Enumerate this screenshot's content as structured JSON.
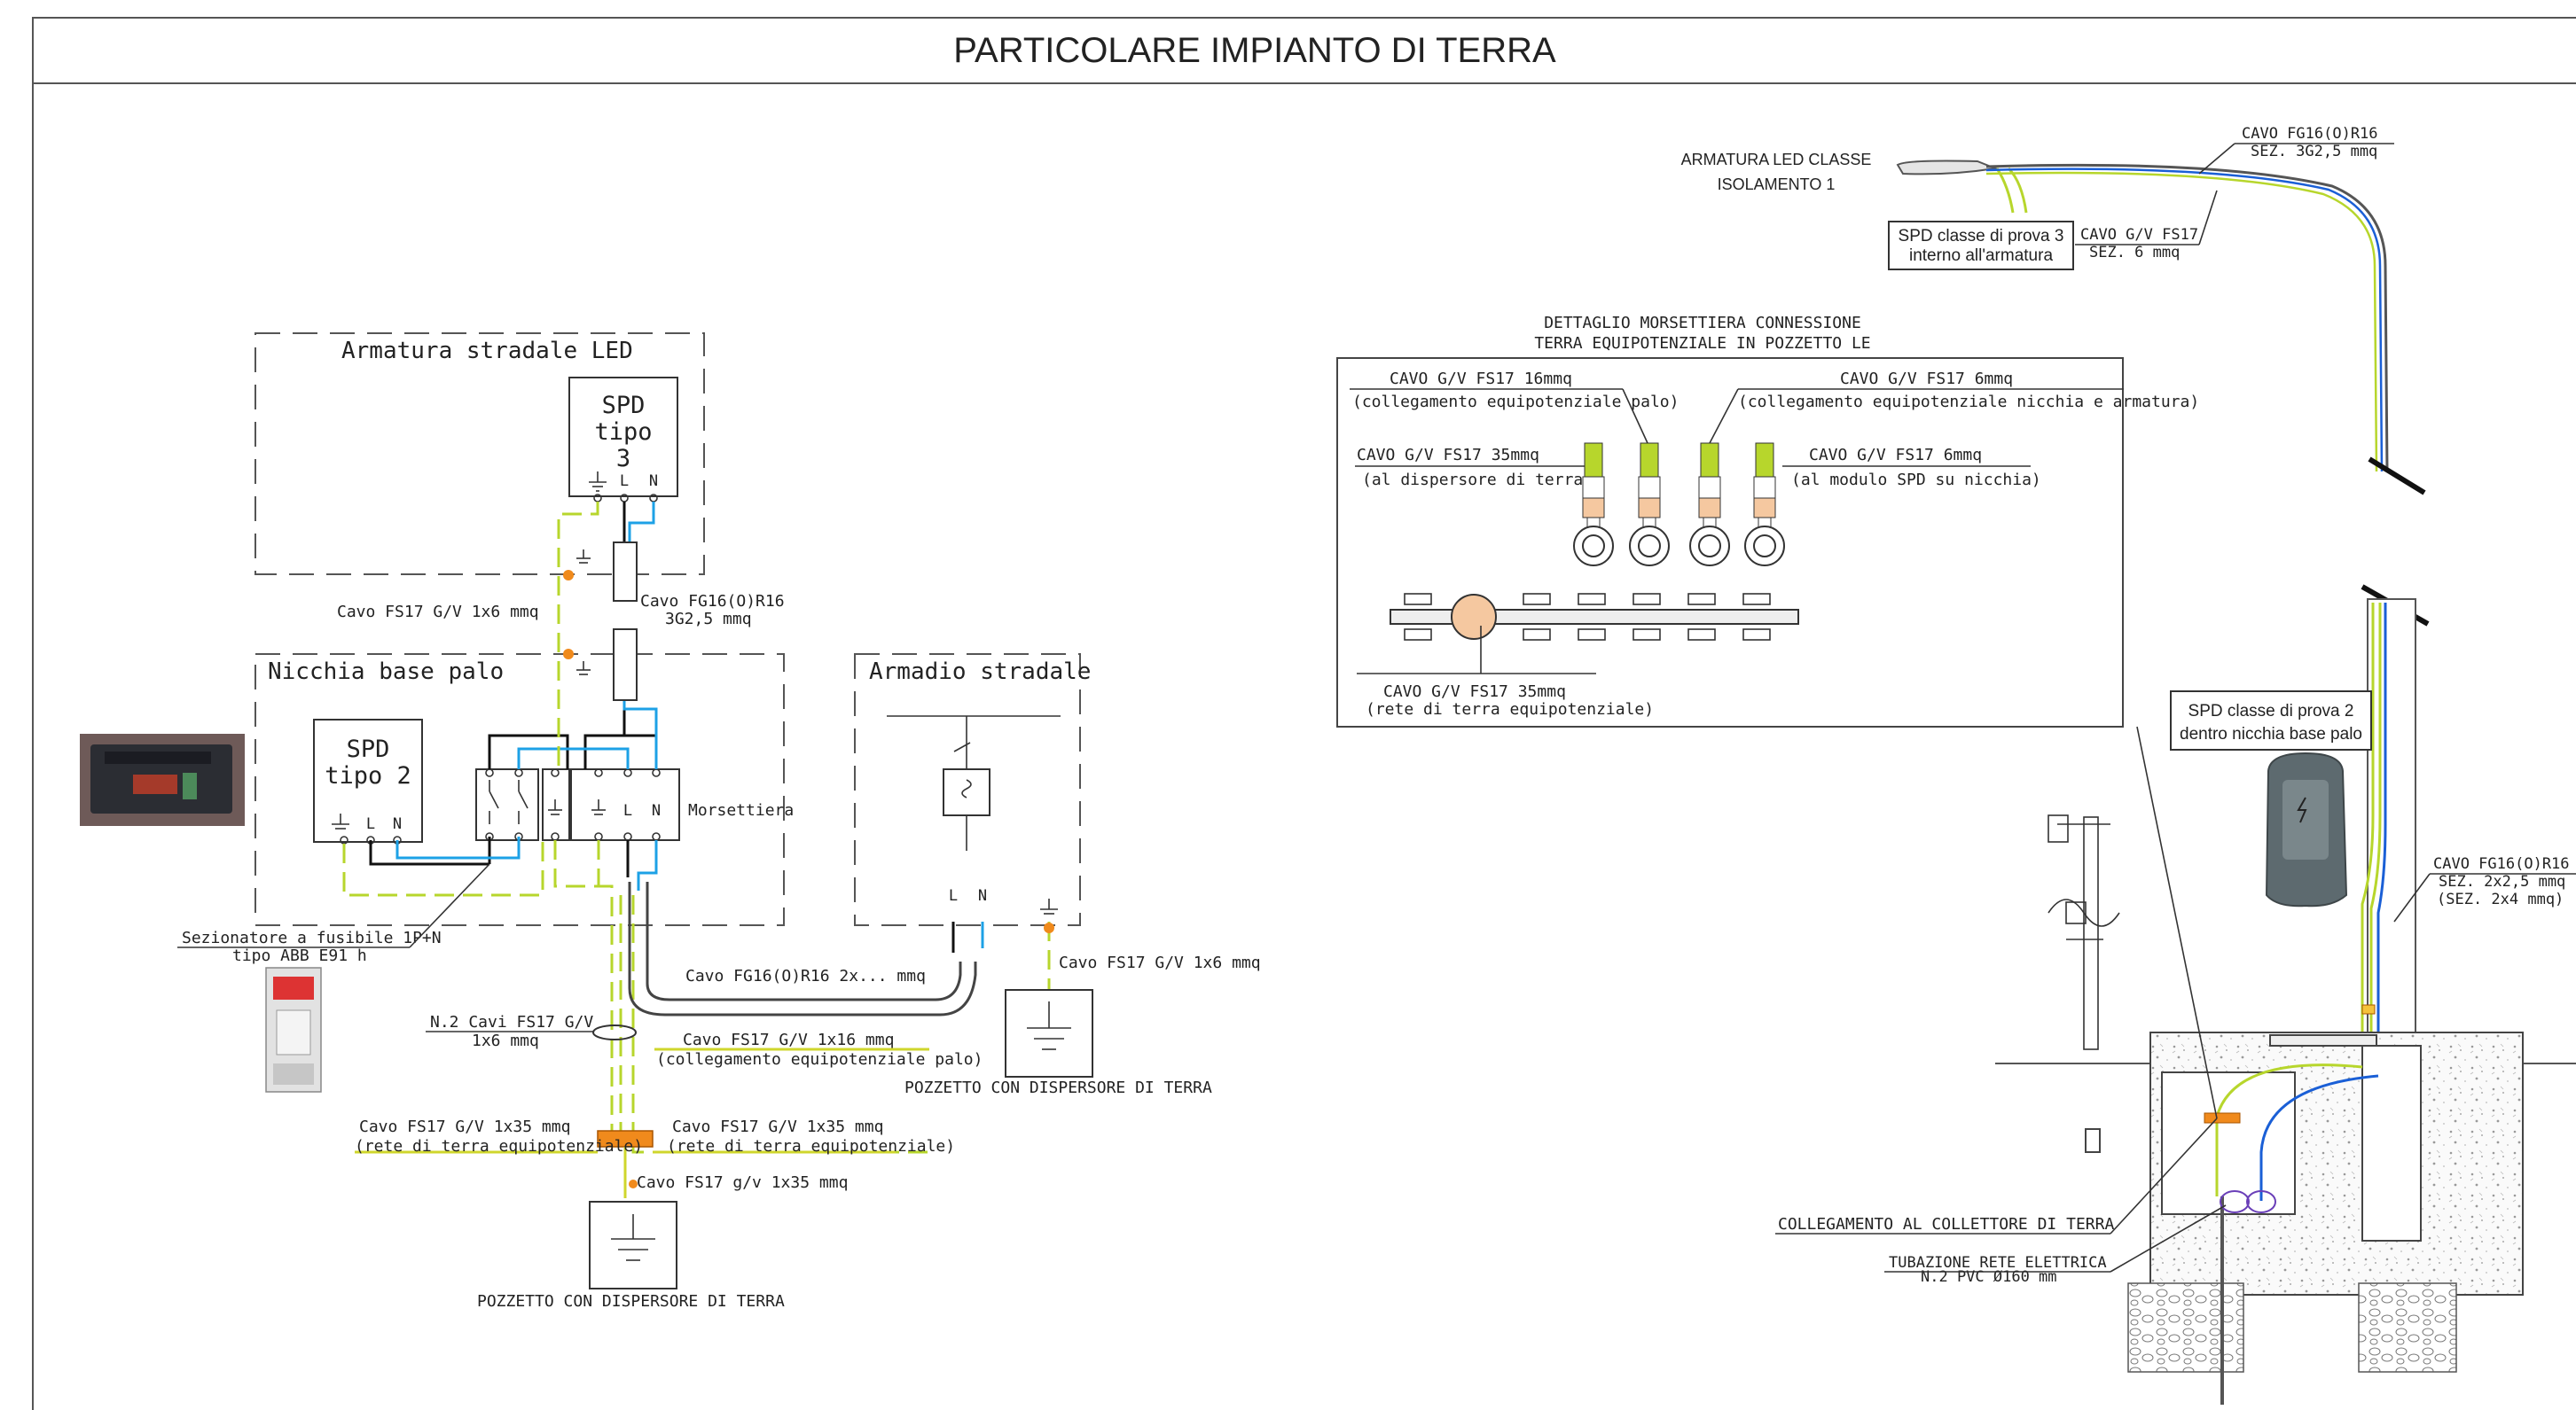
{
  "title": "PARTICOLARE IMPIANTO DI TERRA",
  "colors": {
    "green_yellow": "#b7d62c",
    "blue": "#1da1e6",
    "black": "#111111",
    "orange": "#f08a1c",
    "frame": "#333333"
  },
  "schematic": {
    "armatura_box": "Armatura stradale LED",
    "spd3": {
      "l1": "SPD",
      "l2": "tipo",
      "l3": "3",
      "terms": [
        "L",
        "N"
      ]
    },
    "nicchia_box": "Nicchia base palo",
    "spd2": {
      "l1": "SPD",
      "l2": "tipo 2",
      "terms": [
        "L",
        "N"
      ]
    },
    "morsettiera": "Morsettiera",
    "morsettiera_terms": [
      "L",
      "N"
    ],
    "armadio_box": "Armadio stradale",
    "armadio_terms": [
      "L",
      "N"
    ],
    "cavo_fs17_1x6_left": "Cavo FS17 G/V 1x6 mmq",
    "cavo_fg16_3g25_a": "Cavo FG16(O)R16",
    "cavo_fg16_3g25_b": "3G2,5 mmq",
    "sezionatore_a": "Sezionatore a fusibile 1P+N",
    "sezionatore_b": "tipo ABB E91 h",
    "cavo_fg16_2x": "Cavo FG16(O)R16 2x... mmq",
    "cavo_fs17_1x6_right": "Cavo FS17 G/V 1x6 mmq",
    "n2_cavi_a": "N.2 Cavi FS17 G/V",
    "n2_cavi_b": "1x6 mmq",
    "cavo_1x16_a": "Cavo FS17 G/V 1x16 mmq",
    "cavo_1x16_b": "(collegamento equipotenziale palo)",
    "pozzetto_right": "POZZETTO CON DISPERSORE DI TERRA",
    "cavo_1x35_left_a": "Cavo FS17 G/V 1x35 mmq",
    "cavo_1x35_left_b": "(rete di terra equipotenziale)",
    "cavo_1x35_right_a": "Cavo FS17 G/V 1x35 mmq",
    "cavo_1x35_right_b": "(rete di terra equipotenziale)",
    "cavo_1x35_down": "Cavo FS17 g/v 1x35 mmq",
    "pozzetto_bottom": "POZZETTO CON DISPERSORE DI TERRA"
  },
  "detail": {
    "title_a": "DETTAGLIO MORSETTIERA CONNESSIONE",
    "title_b": "TERRA EQUIPOTENZIALE IN POZZETTO LE",
    "c16_a": "CAVO G/V FS17 16mmq",
    "c16_b": "(collegamento equipotenziale palo)",
    "c6_a": "CAVO G/V FS17 6mmq",
    "c6_b": "(collegamento equipotenziale nicchia e armatura)",
    "c35_a": "CAVO G/V FS17 35mmq",
    "c35_b": "(al dispersore di terra)",
    "c6spd_a": "CAVO G/V FS17 6mmq",
    "c6spd_b": "(al modulo SPD su nicchia)",
    "rete_a": "CAVO G/V FS17 35mmq",
    "rete_b": "(rete di terra equipotenziale)"
  },
  "pole": {
    "armatura_a": "ARMATURA LED CLASSE",
    "armatura_b": "ISOLAMENTO 1",
    "spd3_a": "SPD classe di prova 3",
    "spd3_b": "interno all'armatura",
    "cavo_fs17_a": "CAVO G/V FS17",
    "cavo_fs17_b": "SEZ. 6 mmq",
    "cavo_top_a": "CAVO FG16(O)R16",
    "cavo_top_b": "SEZ. 3G2,5 mmq",
    "spd2_a": "SPD classe di prova 2",
    "spd2_b": "dentro nicchia base palo",
    "cavo_pole_a": "CAVO FG16(O)R16",
    "cavo_pole_b": "SEZ. 2x2,5 mmq",
    "cavo_pole_c": "(SEZ. 2x4 mmq)",
    "collettore": "COLLEGAMENTO AL COLLETTORE DI TERRA",
    "tubazione_a": "TUBAZIONE RETE ELETTRICA",
    "tubazione_b": "N.2 PVC Ø160 mm"
  }
}
